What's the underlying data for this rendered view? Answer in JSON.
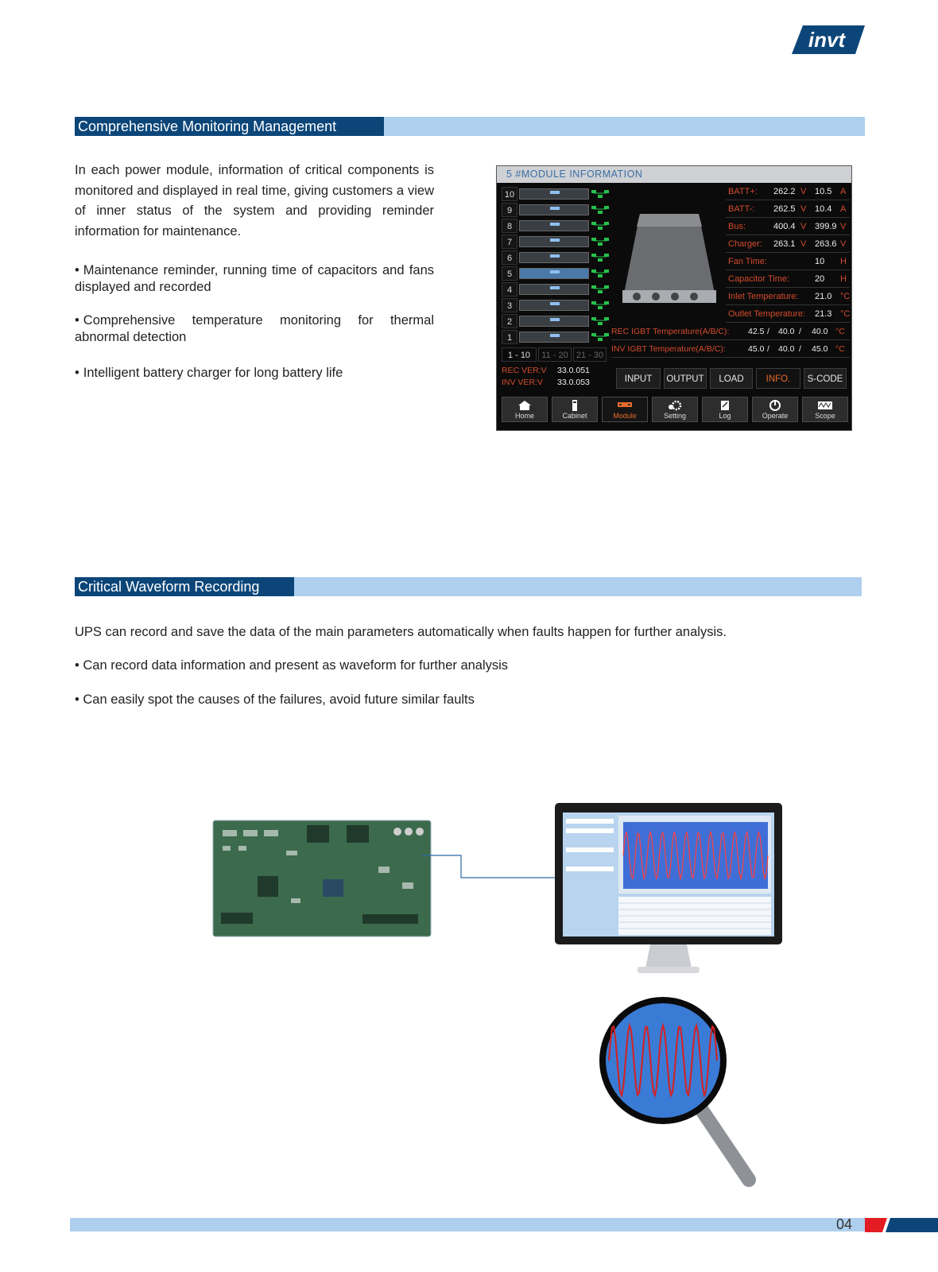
{
  "brand": {
    "logo_text": "invt"
  },
  "section1": {
    "title": "Comprehensive Monitoring Management",
    "intro": "In each power module, information of critical components is monitored and displayed in real time, giving customers a view of inner status of the system and providing reminder information for maintenance.",
    "bullets": [
      "Maintenance reminder, running time of capacitors and fans displayed and recorded",
      "Comprehensive temperature monitoring for thermal abnormal detection",
      "Intelligent battery charger for long battery life"
    ]
  },
  "hmi": {
    "header": "5  #MODULE INFORMATION",
    "modules": [
      "10",
      "9",
      "8",
      "7",
      "6",
      "5",
      "4",
      "3",
      "2",
      "1"
    ],
    "selected_module": "5",
    "page_tabs": [
      "1 - 10",
      "11 - 20",
      "21 - 30"
    ],
    "params": [
      {
        "label": "BATT+:",
        "v1": "262.2",
        "u1": "V",
        "v2": "10.5",
        "u2": "A"
      },
      {
        "label": "BATT-:",
        "v1": "262.5",
        "u1": "V",
        "v2": "10.4",
        "u2": "A"
      },
      {
        "label": "Bus:",
        "v1": "400.4",
        "u1": "V",
        "v2": "399.9",
        "u2": "V"
      },
      {
        "label": "Charger:",
        "v1": "263.1",
        "u1": "V",
        "v2": "263.6",
        "u2": "V"
      },
      {
        "label": "Fan Time:",
        "v1": "",
        "u1": "",
        "v2": "10",
        "u2": "H"
      },
      {
        "label": "Capacitor Time:",
        "v1": "",
        "u1": "",
        "v2": "20",
        "u2": "H"
      },
      {
        "label": "Inlet Temperature:",
        "v1": "",
        "u1": "",
        "v2": "21.0",
        "u2": "°C"
      },
      {
        "label": "Outlet Temperature:",
        "v1": "",
        "u1": "",
        "v2": "21.3",
        "u2": "°C"
      }
    ],
    "temps": [
      {
        "label": "REC IGBT Temperature(A/B/C):",
        "a": "42.5",
        "b": "40.0",
        "c": "40.0",
        "unit": "°C"
      },
      {
        "label": "INV IGBT Temperature(A/B/C):",
        "a": "45.0",
        "b": "40.0",
        "c": "45.0",
        "unit": "°C"
      }
    ],
    "versions": [
      {
        "label": "REC VER:V",
        "value": "33.0.051"
      },
      {
        "label": "INV VER:V",
        "value": "33.0.053"
      }
    ],
    "tabs": [
      "INPUT",
      "OUTPUT",
      "LOAD",
      "INFO.",
      "S-CODE"
    ],
    "active_tab": "INFO.",
    "nav": [
      "Home",
      "Cabinet",
      "Module",
      "Setting",
      "Log",
      "Operate",
      "Scope"
    ],
    "active_nav": "Module",
    "colors": {
      "label_red": "#d44b2d",
      "active": "#e86a2a",
      "header_text": "#3b6ea6"
    }
  },
  "section2": {
    "title": "Critical Waveform Recording",
    "intro": "UPS can record and save the data of the main parameters automatically when faults happen for further analysis.",
    "bullets": [
      "Can record data information and present as waveform for further analysis",
      "Can easily spot the causes of the failures, avoid future similar faults"
    ]
  },
  "footer": {
    "page_number": "04"
  }
}
